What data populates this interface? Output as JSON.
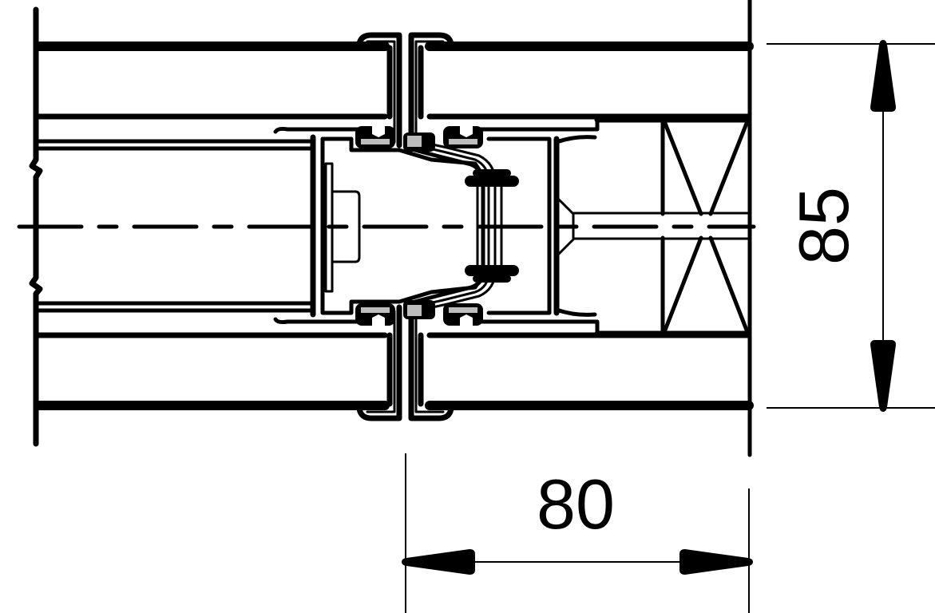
{
  "drawing": {
    "type": "technical cross-section",
    "subject": "mullion / frame profile joint with gaskets and glazing",
    "colors": {
      "line": "#000000",
      "background": "#ffffff",
      "gasket_fill": "#bdbdbd"
    }
  },
  "dimensions": {
    "height": {
      "value": "85",
      "orientation": "vertical",
      "position": "right"
    },
    "width": {
      "value": "80",
      "orientation": "horizontal",
      "position": "bottom"
    }
  },
  "elements": {
    "centerline": "dash-dot axis",
    "break_lines": 2,
    "gaskets": 8,
    "insulation_cross_panels": 2
  }
}
